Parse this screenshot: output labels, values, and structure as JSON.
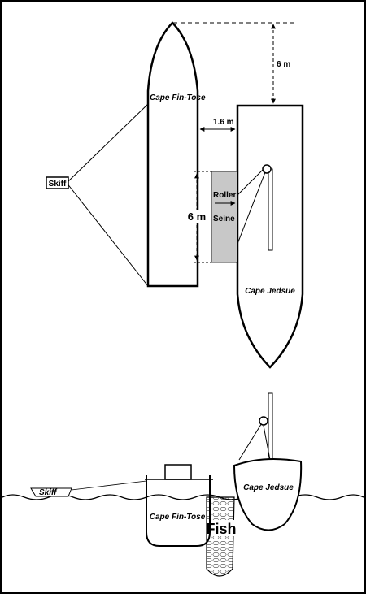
{
  "labels": {
    "fin_tose_top": "Cape Fin-Tose",
    "jedsue_top": "Cape Jedsue",
    "skiff_top": "Skiff",
    "gap_distance": "1.6 m",
    "vertical_offset": "6 m",
    "seine_length": "6 m",
    "roller": "Roller",
    "seine": "Seine",
    "skiff_bottom": "Skiff",
    "fin_tose_bottom": "Cape Fin-Tose",
    "jedsue_bottom": "Cape Jedsue",
    "fish": "Fish"
  },
  "colors": {
    "outline": "#000000",
    "seine_fill": "#c8c8c8",
    "background": "#ffffff"
  }
}
